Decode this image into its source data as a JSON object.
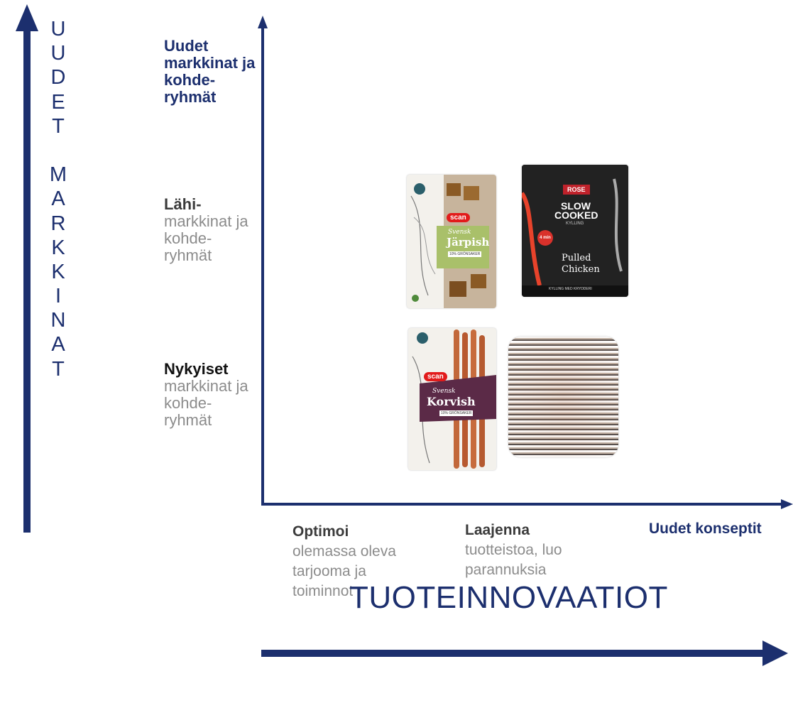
{
  "vertical_title": [
    "U",
    "U",
    "D",
    "E",
    "T",
    "",
    "M",
    "A",
    "R",
    "K",
    "K",
    "I",
    "N",
    "A",
    "T"
  ],
  "y_axis_labels": {
    "top": {
      "bold": "Uudet markkinat ja kohde-ryhmät"
    },
    "mid": {
      "bold": "Lähi-",
      "rest": "markkinat ja kohde-ryhmät"
    },
    "bottom": {
      "bold": "Nykyiset",
      "rest": "markkinat ja kohde-ryhmät"
    }
  },
  "x_axis_labels": {
    "left": {
      "bold": "Optimoi",
      "rest": "olemassa oleva tarjooma ja toiminnot"
    },
    "mid": {
      "bold": "Laajenna",
      "rest": "tuotteistoa, luo parannuksia"
    },
    "right": {
      "bold": "Uudet konseptit"
    }
  },
  "bottom_title": "TUOTEINNOVAATIOT",
  "products": {
    "jarpish": {
      "brand": "scan",
      "line": "Svensk",
      "name": "Järpish",
      "badge": "10% GRÖNSAKER"
    },
    "slow_cooked": {
      "brand": "ROSE",
      "top": "SLOW COOKED",
      "sub": "KYLLING",
      "name1": "Pulled",
      "name2": "Chicken",
      "footer": "KYLLING MED KRYDDERI",
      "time": "4 min"
    },
    "korvish": {
      "brand": "scan",
      "line": "Svensk",
      "name": "Korvish",
      "badge": "10% GRÖNSAKER"
    }
  },
  "colors": {
    "navy": "#1c2f6e",
    "grey": "#8c8c8c",
    "dark": "#3b3b3b"
  }
}
